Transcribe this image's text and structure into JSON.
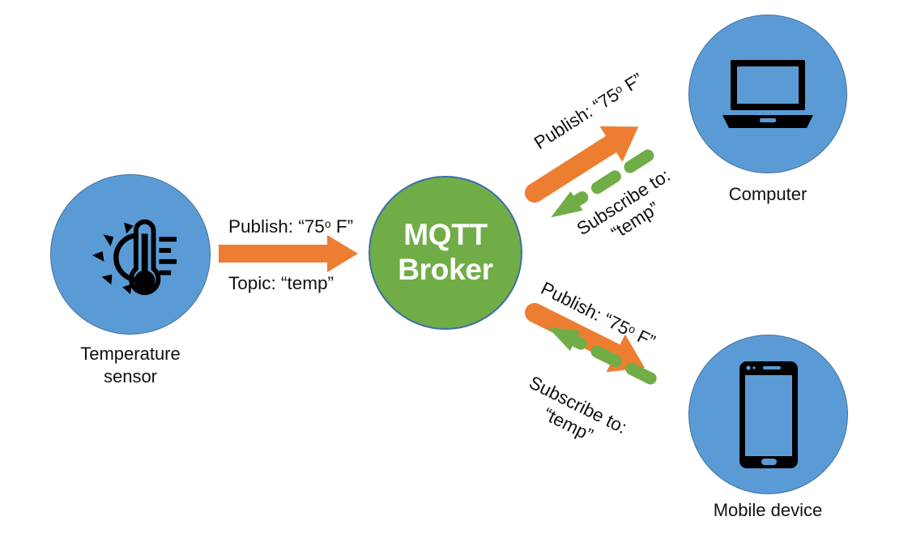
{
  "diagram": {
    "title": "MQTT publish/subscribe architecture",
    "colors": {
      "node_blue": "#5B9BD5",
      "node_blue_border": "#41719C",
      "broker_green": "#70AD47",
      "broker_border": "#3B6FA8",
      "publish_arrow_orange": "#ED7D31",
      "subscribe_arrow_green": "#70AD47",
      "text": "#111111",
      "background": "#FFFFFF"
    }
  },
  "nodes": {
    "sensor": {
      "caption": "Temperature\nsensor",
      "icon": "thermometer-sun-icon"
    },
    "broker": {
      "label": "MQTT\nBroker",
      "icon": "broker-circle"
    },
    "computer": {
      "caption": "Computer",
      "icon": "laptop-icon"
    },
    "mobile": {
      "caption": "Mobile device",
      "icon": "smartphone-icon"
    }
  },
  "edges": {
    "sensor_to_broker": {
      "publish_label_prefix": "Publish: “75",
      "publish_label_degree": "o",
      "publish_label_suffix": " F”",
      "topic_label": "Topic: “temp”",
      "arrow": "solid-orange-right"
    },
    "broker_to_computer": {
      "publish_label_prefix": "Publish: “75",
      "publish_label_degree": "o",
      "publish_label_suffix": " F”",
      "arrow": "solid-orange-up-right"
    },
    "computer_to_broker": {
      "subscribe_label": "Subscribe to:\n“temp”",
      "arrow": "dashed-green-down-left"
    },
    "broker_to_mobile": {
      "publish_label_prefix": "Publish: “75",
      "publish_label_degree": "o",
      "publish_label_suffix": " F”",
      "arrow": "solid-orange-down-right"
    },
    "mobile_to_broker": {
      "subscribe_label": "Subscribe to:\n“temp”",
      "arrow": "dashed-green-up-left"
    }
  }
}
